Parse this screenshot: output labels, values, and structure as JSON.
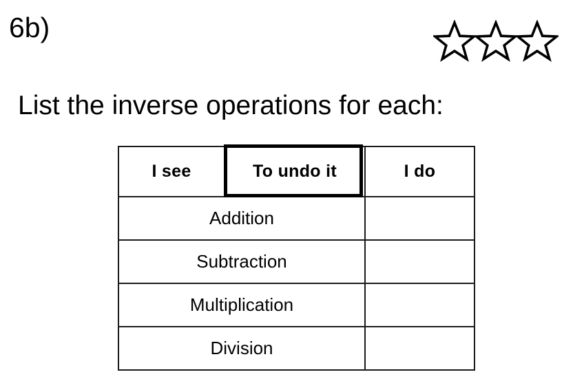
{
  "worksheet": {
    "question_number": "6b)",
    "prompt": "List the inverse operations for each:",
    "difficulty": {
      "icon": "star-outline-icon",
      "count": 3,
      "filled": 0,
      "stroke_color": "#000000",
      "fill_color": "#ffffff"
    },
    "table": {
      "headers": [
        {
          "label": "I see",
          "emphasized": false
        },
        {
          "label": "To undo it",
          "emphasized": true
        },
        {
          "label": "I do",
          "emphasized": false
        }
      ],
      "rows": [
        {
          "operation": "Addition",
          "answer": ""
        },
        {
          "operation": "Subtraction",
          "answer": ""
        },
        {
          "operation": "Multiplication",
          "answer": ""
        },
        {
          "operation": "Division",
          "answer": ""
        }
      ]
    },
    "colors": {
      "page_background": "#ffffff",
      "text": "#000000",
      "table_border": "#1a1a1a",
      "emphasis_border": "#000000"
    }
  }
}
